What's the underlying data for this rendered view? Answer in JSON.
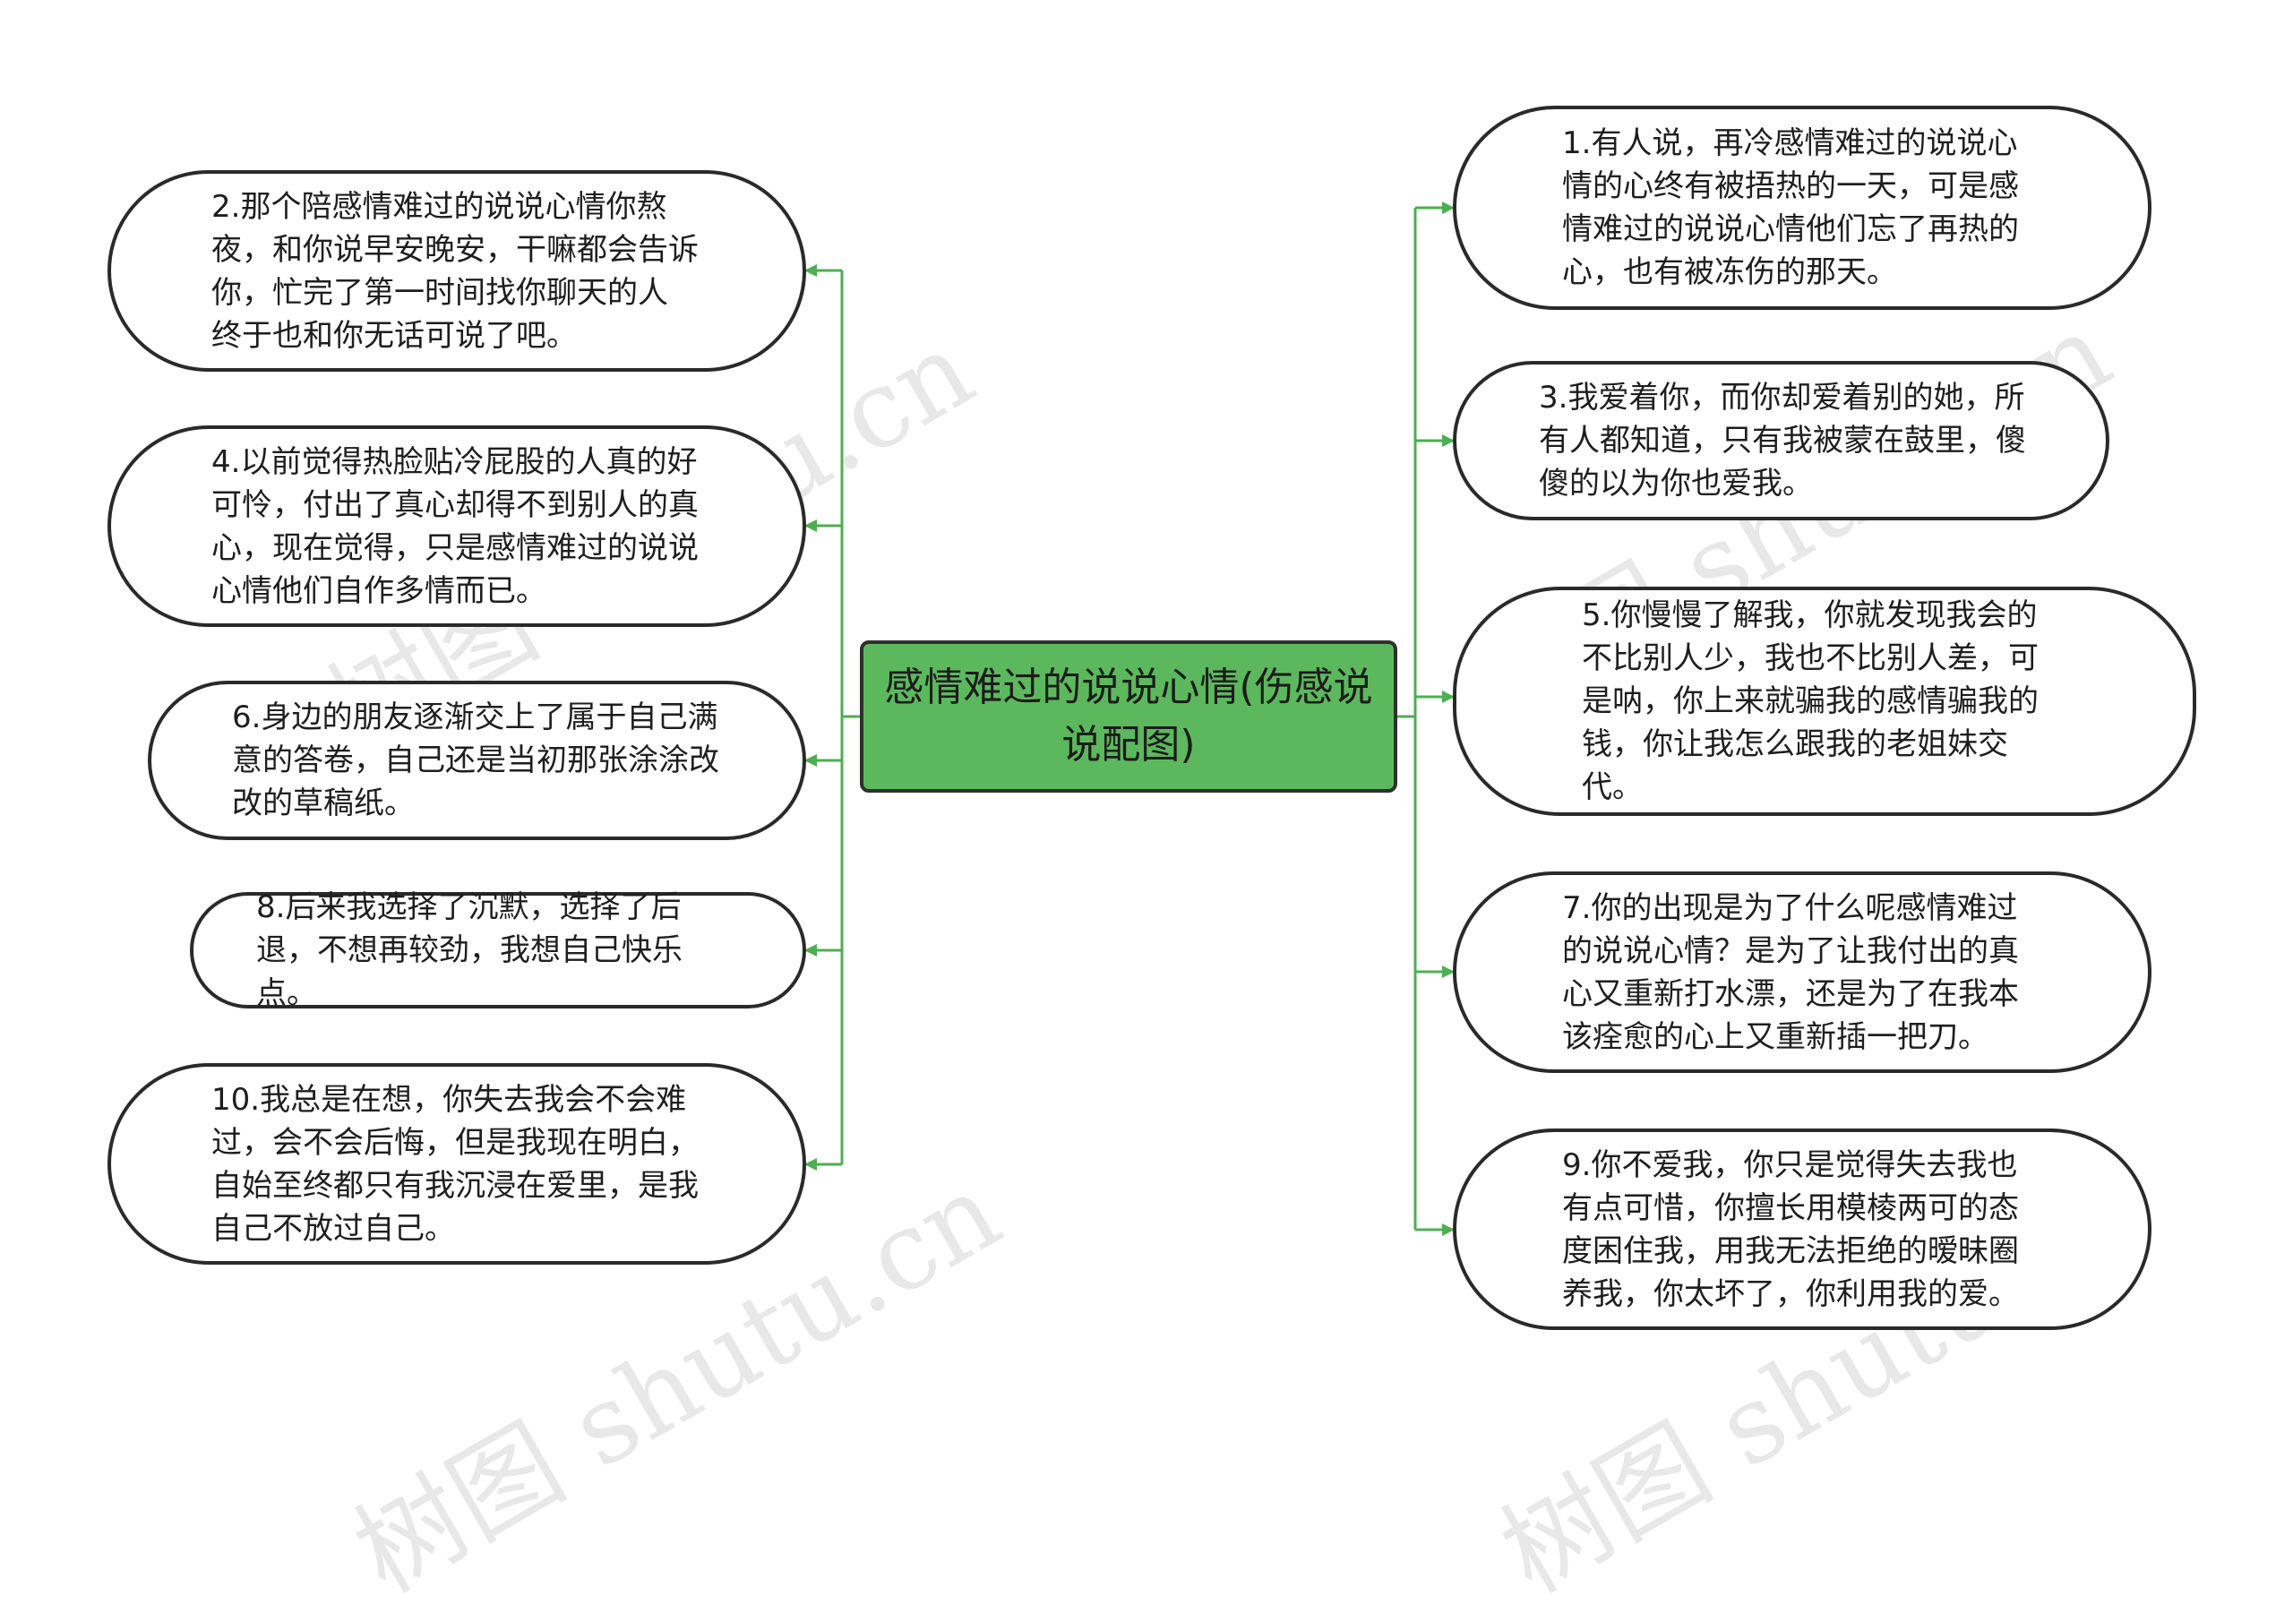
{
  "root": {
    "label": "感情难过的说说心情(伤感说说配图)"
  },
  "watermark": "树图 shutu.cn",
  "colors": {
    "root_fill": "#5cb85c",
    "connector": "#4caf50",
    "node_border": "#2a2a2a"
  },
  "left_nodes": [
    {
      "id": "2",
      "text": "2.那个陪感情难过的说说心情你熬夜，和你说早安晚安，干嘛都会告诉你，忙完了第一时间找你聊天的人 终于也和你无话可说了吧。"
    },
    {
      "id": "4",
      "text": "4.以前觉得热脸贴冷屁股的人真的好可怜，付出了真心却得不到别人的真心，现在觉得，只是感情难过的说说心情他们自作多情而已。"
    },
    {
      "id": "6",
      "text": "6.身边的朋友逐渐交上了属于自己满意的答卷，自己还是当初那张涂涂改改的草稿纸。"
    },
    {
      "id": "8",
      "text": "8.后来我选择了沉默，选择了后退，不想再较劲，我想自己快乐点。"
    },
    {
      "id": "10",
      "text": "10.我总是在想，你失去我会不会难过，会不会后悔，但是我现在明白，自始至终都只有我沉浸在爱里，是我自己不放过自己。"
    }
  ],
  "right_nodes": [
    {
      "id": "1",
      "text": "1.有人说，再冷感情难过的说说心情的心终有被捂热的一天，可是感情难过的说说心情他们忘了再热的心，也有被冻伤的那天。"
    },
    {
      "id": "3",
      "text": "3.我爱着你，而你却爱着别的她，所有人都知道，只有我被蒙在鼓里，傻傻的以为你也爱我。"
    },
    {
      "id": "5",
      "text": "5.你慢慢了解我，你就发现我会的不比别人少，我也不比别人差，可是呐，你上来就骗我的感情骗我的钱，你让我怎么跟我的老姐妹交代。"
    },
    {
      "id": "7",
      "text": "7.你的出现是为了什么呢感情难过的说说心情？是为了让我付出的真心又重新打水漂，还是为了在我本该痊愈的心上又重新插一把刀。"
    },
    {
      "id": "9",
      "text": "9.你不爱我，你只是觉得失去我也有点可惜，你擅长用模棱两可的态度困住我，用我无法拒绝的暧昧圈养我，你太坏了，你利用我的爱。"
    }
  ]
}
